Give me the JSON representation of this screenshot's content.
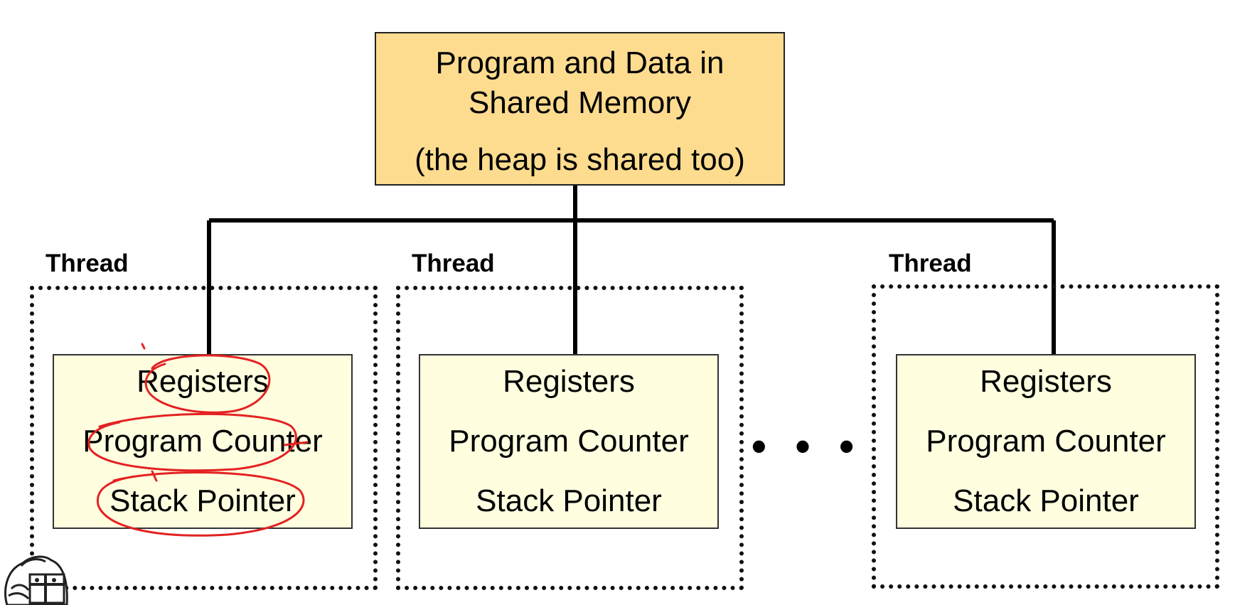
{
  "shared": {
    "title_line1": "Program and Data in",
    "title_line2": "Shared Memory",
    "subtitle": "(the heap is shared too)",
    "fill_color": "#fddc8f"
  },
  "threads": [
    {
      "label": "Thread",
      "registers": "Registers",
      "program_counter": "Program Counter",
      "stack_pointer": "Stack Pointer"
    },
    {
      "label": "Thread",
      "registers": "Registers",
      "program_counter": "Program Counter",
      "stack_pointer": "Stack Pointer"
    },
    {
      "label": "Thread",
      "registers": "Registers",
      "program_counter": "Program Counter",
      "stack_pointer": "Stack Pointer"
    }
  ],
  "ellipsis": "• • •",
  "thread_box_color": "#ffffe0",
  "annotation_color": "#e32222",
  "logo_icon": "university-crest-icon"
}
